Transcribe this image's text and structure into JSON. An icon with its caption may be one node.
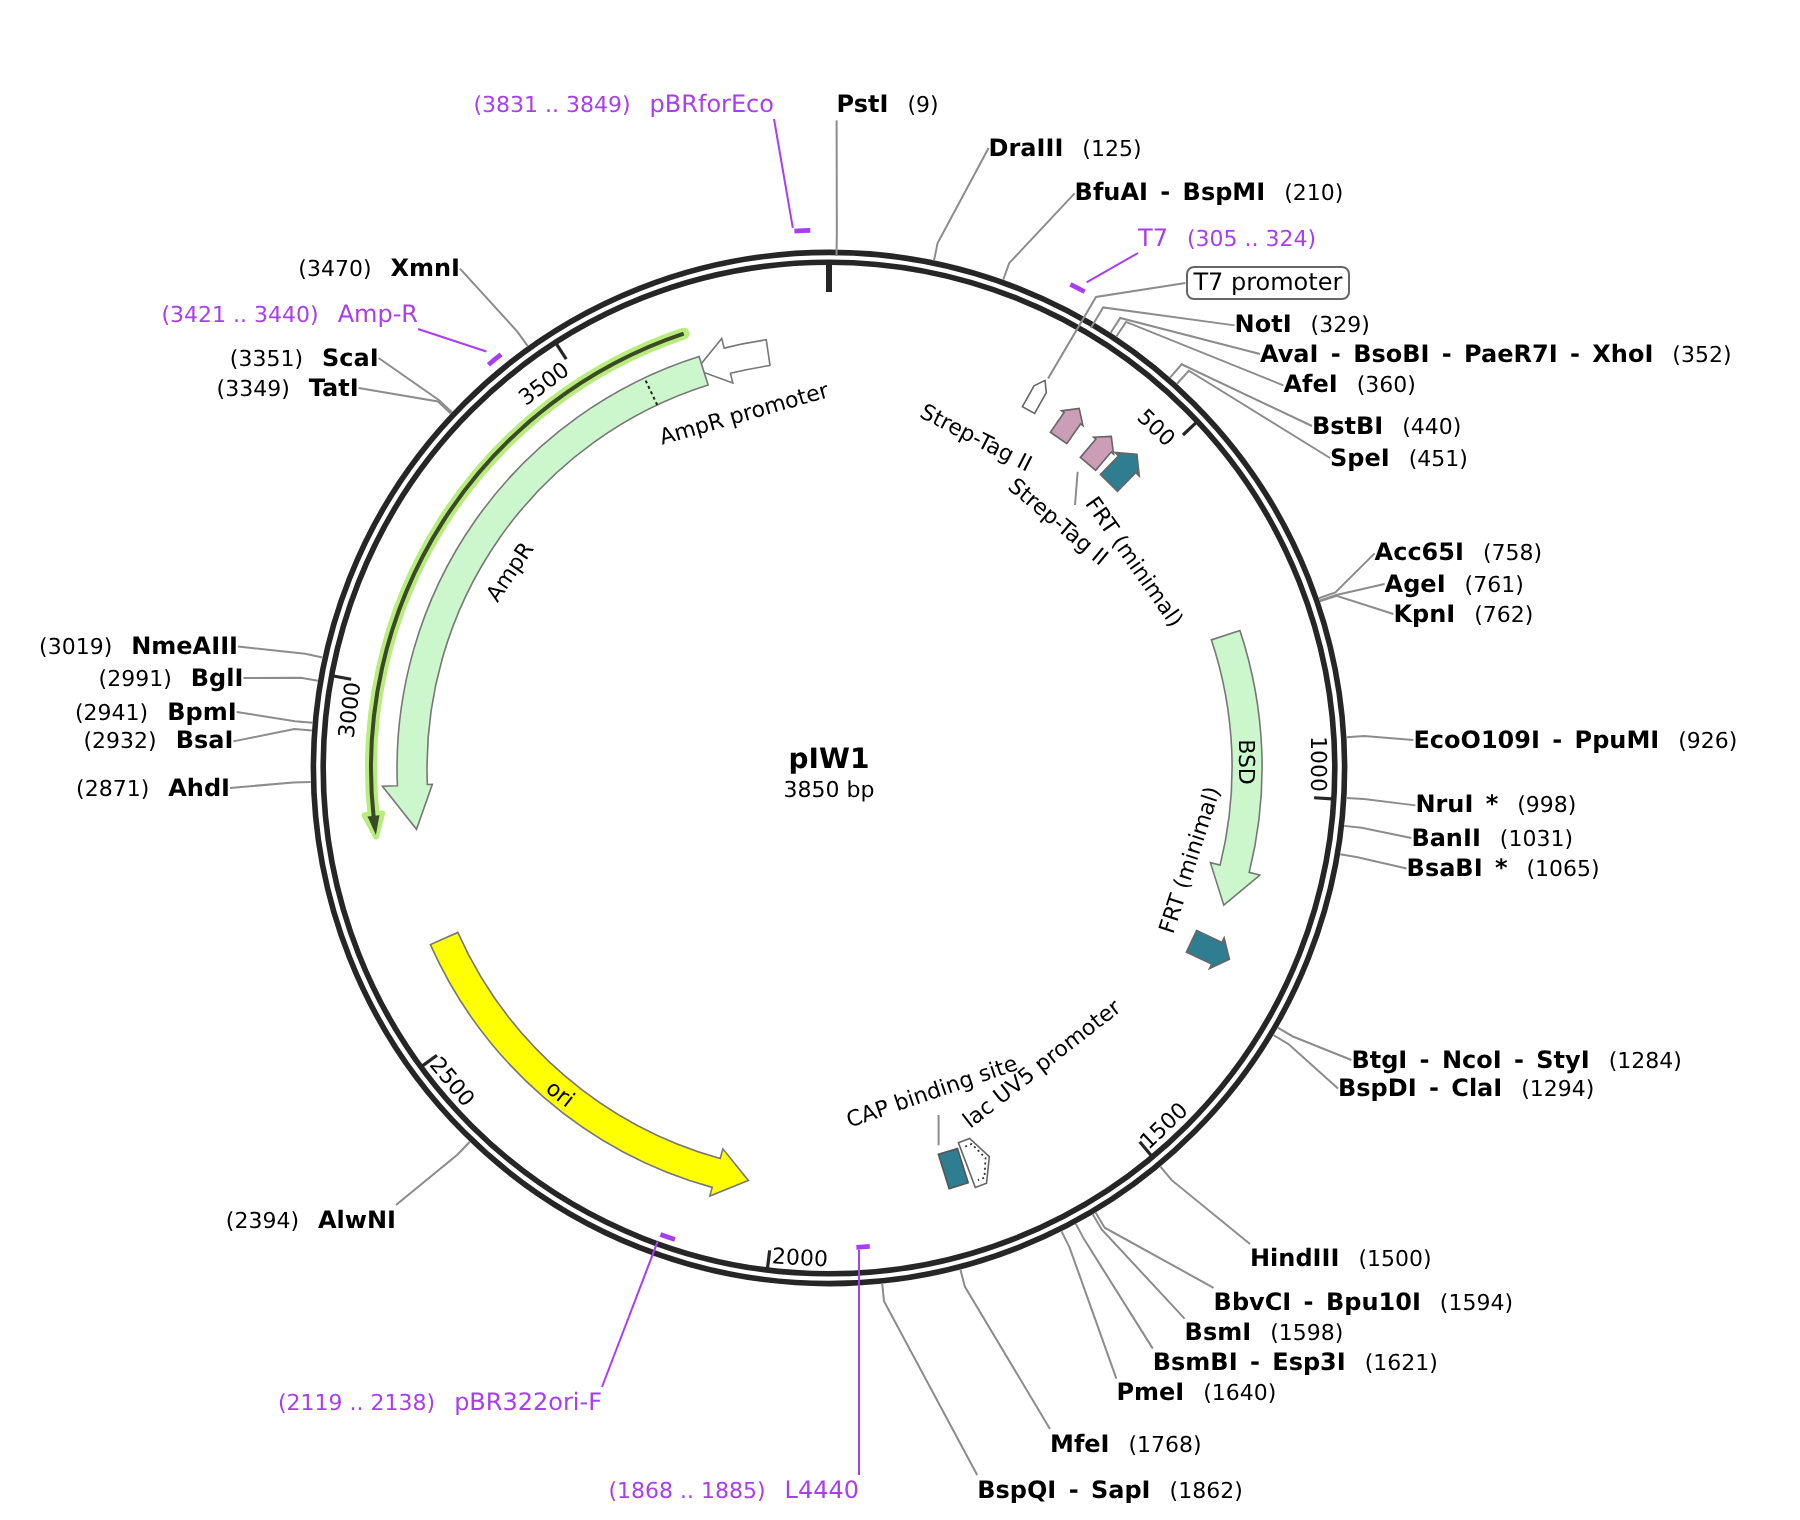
{
  "diagram": {
    "title": "pIW1",
    "nodes": [
      {
        "text": [
          "PstI",
          "(9)"
        ]
      },
      {
        "text": [
          "DraIII",
          "(125)"
        ]
      },
      {
        "text": [
          "BfuAI - BspMI",
          "(210)"
        ]
      },
      {
        "text": [
          "T7",
          "(305 .. 324)"
        ]
      },
      {
        "text": [
          "T7 promoter"
        ]
      },
      {
        "text": [
          "NotI",
          "(329)"
        ]
      },
      {
        "text": [
          "AvaI - BsoBI - PaeR7I - XhoI",
          "(352)"
        ]
      },
      {
        "text": [
          "AfeI",
          "(360)"
        ]
      },
      {
        "text": [
          "BstBI",
          "(440)"
        ]
      },
      {
        "text": [
          "SpeI",
          "(451)"
        ]
      },
      {
        "text": [
          "Acc65I",
          "(758)"
        ]
      },
      {
        "text": [
          "AgeI",
          "(761)"
        ]
      },
      {
        "text": [
          "KpnI",
          "(762)"
        ]
      },
      {
        "text": [
          "EcoO109I - PpuMI",
          "(926)"
        ]
      },
      {
        "text": [
          "NruI *",
          "(998)"
        ]
      },
      {
        "text": [
          "BanII",
          "(1031)"
        ]
      },
      {
        "text": [
          "BsaBI *",
          "(1065)"
        ]
      },
      {
        "text": [
          "BtgI - NcoI - StyI",
          "(1284)"
        ]
      },
      {
        "text": [
          "BspDI - ClaI",
          "(1294)"
        ]
      },
      {
        "text": [
          "HindIII",
          "(1500)"
        ]
      },
      {
        "text": [
          "BbvCI - Bpu10I",
          "(1594)"
        ]
      },
      {
        "text": [
          "BsmI",
          "(1598)"
        ]
      },
      {
        "text": [
          "BsmBI - Esp3I",
          "(1621)"
        ]
      },
      {
        "text": [
          "PmeI",
          "(1640)"
        ]
      },
      {
        "text": [
          "MfeI",
          "(1768)"
        ]
      },
      {
        "text": [
          "BspQI - SapI",
          "(1862)"
        ]
      },
      {
        "text": [
          "(1868 .. 1885)",
          "L4440"
        ]
      },
      {
        "text": [
          "(2119 .. 2138)",
          "pBR322ori-F"
        ]
      },
      {
        "text": [
          "(2394)",
          "AlwNI"
        ]
      },
      {
        "text": [
          "(2871)",
          "AhdI"
        ]
      },
      {
        "text": [
          "(2932)",
          "BsaI"
        ]
      },
      {
        "text": [
          "(2941)",
          "BpmI"
        ]
      },
      {
        "text": [
          "(2991)",
          "BglI"
        ]
      },
      {
        "text": [
          "(3019)",
          "NmeAIII"
        ]
      },
      {
        "text": [
          "(3349)",
          "TatI"
        ]
      },
      {
        "text": [
          "(3351)",
          "ScaI"
        ]
      },
      {
        "text": [
          "(3421 .. 3440)",
          "Amp-R"
        ]
      },
      {
        "text": [
          "(3470)",
          "XmnI"
        ]
      },
      {
        "text": [
          "(3831 .. 3849)",
          "pBRforEco"
        ]
      },
      {
        "text": [
          "AmpR promoter"
        ]
      },
      {
        "text": [
          "AmpR"
        ]
      },
      {
        "text": [],
        "shape": "arrow"
      },
      {
        "text": [
          "Strep-Tag II"
        ]
      },
      {
        "text": [
          "Strep-Tag II"
        ]
      },
      {
        "text": [],
        "shape": "arrow"
      },
      {
        "text": [
          "FRT (minimal)"
        ]
      },
      {
        "text": [
          "BSD"
        ]
      },
      {
        "text": [
          "FRT (minimal)"
        ]
      },
      {
        "text": [
          "lac UV5 promoter"
        ]
      },
      {
        "text": [
          "CAP binding site"
        ]
      },
      {
        "text": [],
        "shape": "box"
      },
      {
        "text": [
          "ori"
        ]
      },
      {
        "text": [],
        "shape": "bar"
      },
      {
        "text": [],
        "shape": "bar"
      },
      {
        "text": [],
        "shape": "bar"
      },
      {
        "text": [],
        "shape": "bar"
      },
      {
        "text": [],
        "shape": "bar"
      }
    ],
    "edges": [
      {
        "from": 0,
        "to": null,
        "arrow": "none"
      },
      {
        "from": 1,
        "to": null,
        "arrow": "none"
      },
      {
        "from": 2,
        "to": null,
        "arrow": "none"
      },
      {
        "from": 3,
        "to": 53,
        "arrow": "none",
        "color": "#a83ef2"
      },
      {
        "from": 4,
        "to": 41,
        "arrow": "none"
      },
      {
        "from": 5,
        "to": null,
        "arrow": "none"
      },
      {
        "from": 6,
        "to": null,
        "arrow": "none"
      },
      {
        "from": 7,
        "to": null,
        "arrow": "none"
      },
      {
        "from": 8,
        "to": null,
        "arrow": "none"
      },
      {
        "from": 9,
        "to": null,
        "arrow": "none"
      },
      {
        "from": 10,
        "to": null,
        "arrow": "none"
      },
      {
        "from": 11,
        "to": null,
        "arrow": "none"
      },
      {
        "from": 12,
        "to": null,
        "arrow": "none"
      },
      {
        "from": 13,
        "to": null,
        "arrow": "none"
      },
      {
        "from": 14,
        "to": null,
        "arrow": "none"
      },
      {
        "from": 15,
        "to": null,
        "arrow": "none"
      },
      {
        "from": 16,
        "to": null,
        "arrow": "none"
      },
      {
        "from": 17,
        "to": null,
        "arrow": "none"
      },
      {
        "from": 18,
        "to": null,
        "arrow": "none"
      },
      {
        "from": 19,
        "to": null,
        "arrow": "none"
      },
      {
        "from": 20,
        "to": null,
        "arrow": "none"
      },
      {
        "from": 21,
        "to": null,
        "arrow": "none"
      },
      {
        "from": 22,
        "to": null,
        "arrow": "none"
      },
      {
        "from": 23,
        "to": null,
        "arrow": "none"
      },
      {
        "from": 24,
        "to": null,
        "arrow": "none"
      },
      {
        "from": 25,
        "to": null,
        "arrow": "none"
      },
      {
        "from": 26,
        "to": 56,
        "arrow": "none",
        "color": "#a83ef2"
      },
      {
        "from": 27,
        "to": 55,
        "arrow": "none",
        "color": "#a83ef2"
      },
      {
        "from": 28,
        "to": null,
        "arrow": "none"
      },
      {
        "from": 29,
        "to": null,
        "arrow": "none"
      },
      {
        "from": 30,
        "to": null,
        "arrow": "none"
      },
      {
        "from": 31,
        "to": null,
        "arrow": "none"
      },
      {
        "from": 32,
        "to": null,
        "arrow": "none"
      },
      {
        "from": 33,
        "to": null,
        "arrow": "none"
      },
      {
        "from": 34,
        "to": null,
        "arrow": "none"
      },
      {
        "from": 35,
        "to": null,
        "arrow": "none"
      },
      {
        "from": 36,
        "to": 54,
        "arrow": "none",
        "color": "#a83ef2"
      },
      {
        "from": 37,
        "to": null,
        "arrow": "none"
      },
      {
        "from": 38,
        "to": 52,
        "arrow": "none",
        "color": "#a83ef2"
      },
      {
        "from": 43,
        "to": 44,
        "arrow": "none"
      },
      {
        "from": 49,
        "to": 50,
        "arrow": "none"
      }
    ],
    "labels": [
      "3850 bp",
      "500",
      "1000",
      "1500",
      "2000",
      "2500",
      "3000",
      "3500"
    ]
  }
}
